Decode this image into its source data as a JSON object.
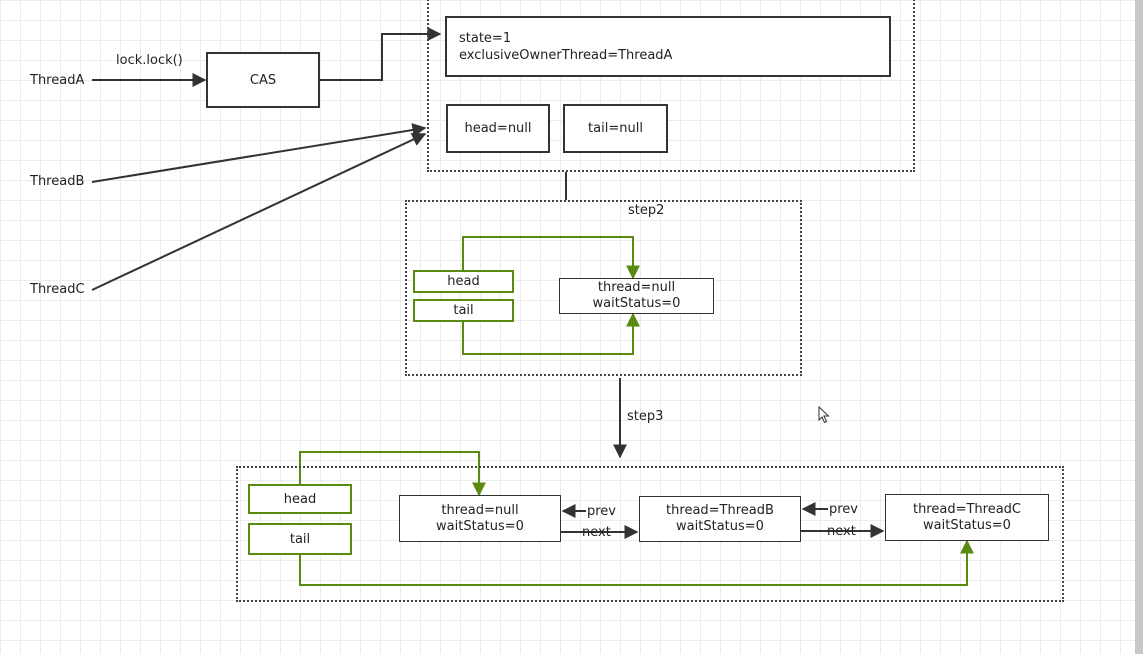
{
  "threads": {
    "a": "ThreadA",
    "b": "ThreadB",
    "c": "ThreadC"
  },
  "lock_call": "lock.lock()",
  "cas": "CAS",
  "aqs": {
    "state": "state=1",
    "owner": "exclusiveOwnerThread=ThreadA",
    "head": "head=null",
    "tail": "tail=null"
  },
  "step2": {
    "label": "step2",
    "head": "head",
    "tail": "tail",
    "node": {
      "thread": "thread=null",
      "wait": "waitStatus=0"
    }
  },
  "step3": {
    "label": "step3",
    "head": "head",
    "tail": "tail",
    "nodes": [
      {
        "thread": "thread=null",
        "wait": "waitStatus=0"
      },
      {
        "thread": "thread=ThreadB",
        "wait": "waitStatus=0"
      },
      {
        "thread": "thread=ThreadC",
        "wait": "waitStatus=0"
      }
    ],
    "prev": "prev",
    "next": "next"
  },
  "colors": {
    "dark": "#333333",
    "green": "#5a8a10"
  }
}
